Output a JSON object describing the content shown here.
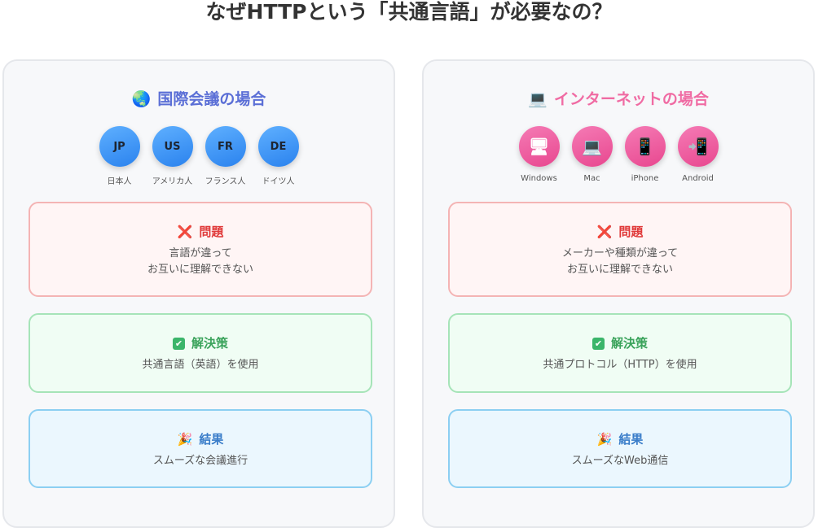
{
  "title": "なぜHTTPという「共通言語」が必要なの？",
  "panels": [
    {
      "icon": "🌏",
      "title": "国際会議の場合",
      "actors": [
        {
          "code": "JP",
          "label": "日本人"
        },
        {
          "code": "US",
          "label": "アメリカ人"
        },
        {
          "code": "FR",
          "label": "フランス人"
        },
        {
          "code": "DE",
          "label": "ドイツ人"
        }
      ],
      "problem": {
        "icon": "❌",
        "title": "問題",
        "text": "言語が違って\nお互いに理解できない"
      },
      "solution": {
        "icon": "✅",
        "title": "解決策",
        "text": "共通言語（英語）を使用"
      },
      "result": {
        "icon": "🎉",
        "title": "結果",
        "text": "スムーズな会議進行"
      }
    },
    {
      "icon": "💻",
      "title": "インターネットの場合",
      "actors": [
        {
          "icon": "🖥",
          "label": "Windows"
        },
        {
          "icon": "💻",
          "label": "Mac"
        },
        {
          "icon": "📱",
          "label": "iPhone"
        },
        {
          "icon": "📲",
          "label": "Android"
        }
      ],
      "problem": {
        "icon": "❌",
        "title": "問題",
        "text": "メーカーや種類が違って\nお互いに理解できない"
      },
      "solution": {
        "icon": "✅",
        "title": "解決策",
        "text": "共通プロトコル（HTTP）を使用"
      },
      "result": {
        "icon": "🎉",
        "title": "結果",
        "text": "スムーズなWeb通信"
      }
    }
  ]
}
